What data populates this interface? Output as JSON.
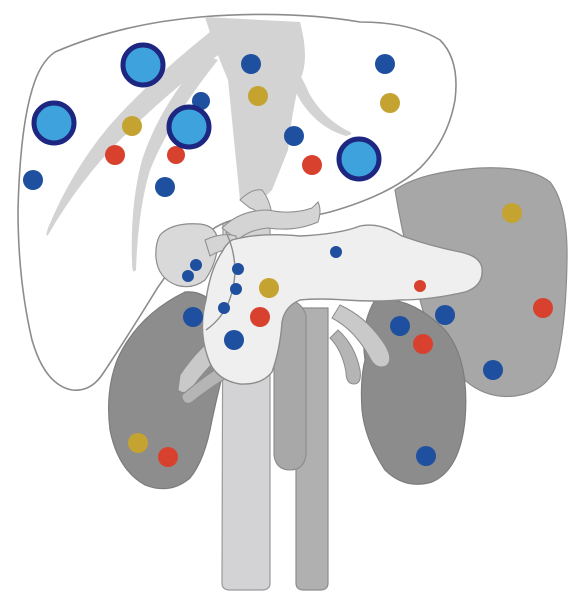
{
  "colors": {
    "background": "#ffffff",
    "outline": "#8a8a8a",
    "liver_fill": "#ffffff",
    "vessel_light": "#d4d4d4",
    "vessel_mid": "#c6c6c6",
    "vessel_dark": "#a9a9a9",
    "pancreas_fill": "#efefef",
    "spleen_fill": "#a6a6a6",
    "kidney_fill": "#8d8d8d",
    "gallbladder_fill": "#d8d8d8",
    "dot_blue": "#1f4f9f",
    "dot_red": "#d9412f",
    "dot_gold": "#c4a331",
    "large_fill": "#3ea2dd",
    "large_ring": "#1d2782"
  },
  "organs": [
    {
      "name": "liver",
      "shape": "liver-outline"
    },
    {
      "name": "gallbladder",
      "shape": "gallbladder"
    },
    {
      "name": "pancreas",
      "shape": "pancreas"
    },
    {
      "name": "spleen",
      "shape": "spleen"
    },
    {
      "name": "left-kidney",
      "shape": "kidney"
    },
    {
      "name": "right-kidney",
      "shape": "kidney"
    },
    {
      "name": "inferior-vena-cava",
      "shape": "vessel"
    },
    {
      "name": "aorta",
      "shape": "vessel"
    },
    {
      "name": "portal-vein",
      "shape": "vessel"
    },
    {
      "name": "splenic-vein",
      "shape": "vessel"
    }
  ],
  "legend": []
}
